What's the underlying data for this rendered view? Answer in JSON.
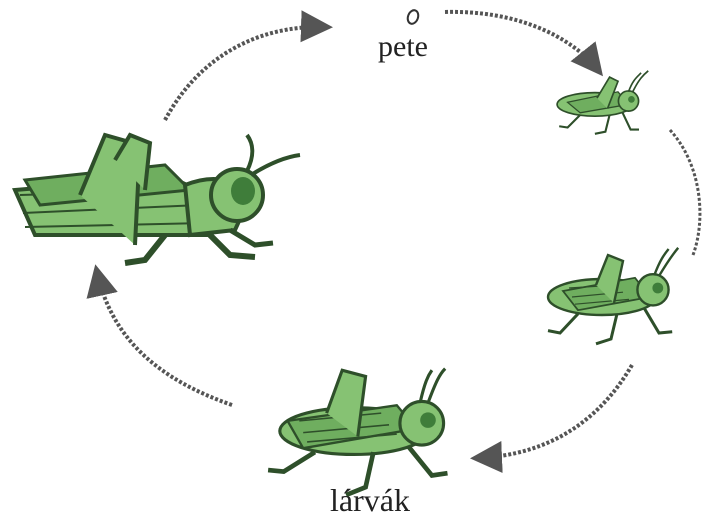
{
  "diagram": {
    "labels": {
      "egg": "pete",
      "larvae": "lárvák"
    },
    "colors": {
      "body_fill": "#86c273",
      "body_dark": "#3f7d3a",
      "outline": "#2e4f2a",
      "arrow": "#555555"
    },
    "stages": [
      {
        "key": "egg",
        "icon": "egg-icon"
      },
      {
        "key": "nymph-small",
        "icon": "small-nymph-icon"
      },
      {
        "key": "nymph-medium",
        "icon": "medium-nymph-icon"
      },
      {
        "key": "nymph-large",
        "icon": "large-nymph-icon"
      },
      {
        "key": "adult",
        "icon": "adult-grasshopper-icon"
      }
    ]
  }
}
